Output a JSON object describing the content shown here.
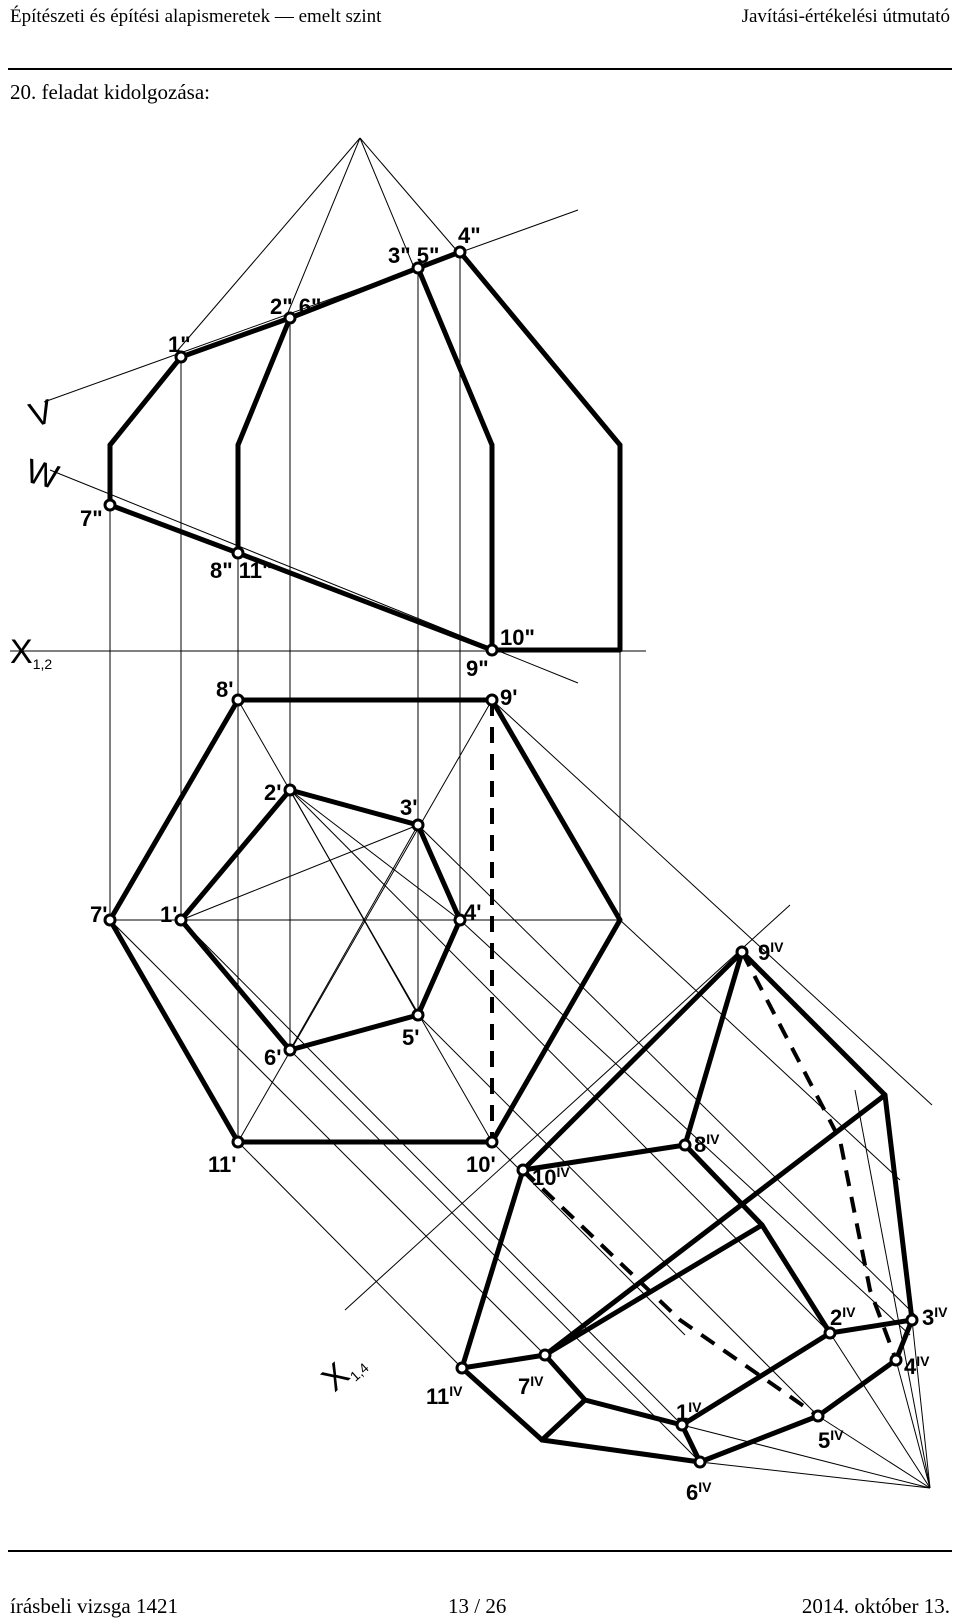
{
  "header": {
    "left": "Építészeti és építési alapismeretek — emelt szint",
    "right": "Javítási-értékelési útmutató"
  },
  "title": "20. feladat kidolgozása:",
  "footer": {
    "left": "írásbeli vizsga 1421",
    "center": "13 / 26",
    "right": "2014. október 13."
  },
  "drawing": {
    "axis_labels": {
      "v": "V",
      "w": "W",
      "x12": "X",
      "x12_sub": "1,2",
      "x14": "X",
      "x14_sub": "1,4"
    },
    "front_labels": {
      "p1": "1\"",
      "p2_6": "2\" 6\"",
      "p3_5": "3\" 5\"",
      "p4": "4\"",
      "p7": "7\"",
      "p8_11": "8\" 11\"",
      "p10": "10\"",
      "p9": "9\""
    },
    "top_labels": {
      "p8": "8'",
      "p9": "9'",
      "p2": "2'",
      "p3": "3'",
      "p7": "7'",
      "p1": "1'",
      "p4": "4'",
      "p5": "5'",
      "p6": "6'",
      "p11": "11'",
      "p10": "10'"
    },
    "aux_labels": {
      "p9": "9",
      "p8": "8",
      "p10": "10",
      "p2": "2",
      "p3": "3",
      "p4": "4",
      "p11": "11",
      "p7": "7",
      "p1": "1",
      "p5": "5",
      "p6": "6",
      "roman": "IV"
    }
  }
}
